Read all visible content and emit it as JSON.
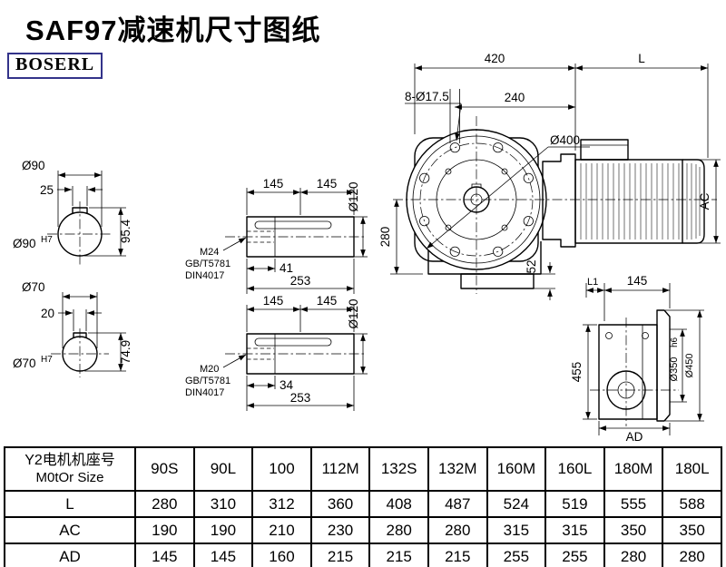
{
  "page": {
    "title": "SAF97减速机尺寸图纸",
    "logo": "BOSERL"
  },
  "views": {
    "bore90": {
      "dia": "Ø90",
      "key_w": "25",
      "height": "95.4",
      "fit_dia": "Ø90",
      "fit_tol": "H7"
    },
    "bore70": {
      "dia": "Ø70",
      "key_w": "20",
      "height": "74.9",
      "fit_dia": "Ø70",
      "fit_tol": "H7"
    },
    "shaft_m24": {
      "l1": "145",
      "l2": "145",
      "dia": "Ø120",
      "thread": "M24",
      "std1": "GB/T5781",
      "std2": "DIN4017",
      "tlen": "41",
      "total": "253"
    },
    "shaft_m20": {
      "l1": "145",
      "l2": "145",
      "dia": "Ø120",
      "thread": "M20",
      "std1": "GB/T5781",
      "std2": "DIN4017",
      "tlen": "34",
      "total": "253"
    },
    "front": {
      "w420": "420",
      "L": "L",
      "holes": "8-Ø17.5",
      "w240": "240",
      "dia400": "Ø400",
      "h280": "280",
      "h52": "52",
      "AC": "AC"
    },
    "side": {
      "L1": "L1",
      "w145": "145",
      "h455": "455",
      "dia350": "Ø350",
      "dia350_tol": "h6",
      "dia450": "Ø450",
      "AD": "AD"
    }
  },
  "table": {
    "header_cn": "Y2电机机座号",
    "header_en": "M0tOr Size",
    "columns": [
      "90S",
      "90L",
      "100",
      "112M",
      "132S",
      "132M",
      "160M",
      "160L",
      "180M",
      "180L"
    ],
    "rows": [
      {
        "label": "L",
        "values": [
          "280",
          "310",
          "312",
          "360",
          "408",
          "487",
          "524",
          "519",
          "555",
          "588"
        ]
      },
      {
        "label": "AC",
        "values": [
          "190",
          "190",
          "210",
          "230",
          "280",
          "280",
          "315",
          "315",
          "350",
          "350"
        ]
      },
      {
        "label": "AD",
        "values": [
          "145",
          "145",
          "160",
          "215",
          "215",
          "215",
          "255",
          "255",
          "280",
          "280"
        ]
      }
    ]
  }
}
